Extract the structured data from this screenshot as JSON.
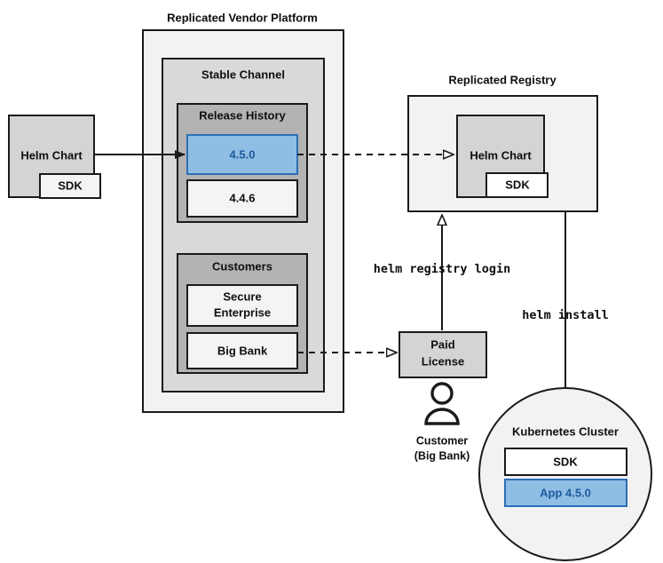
{
  "diagram": {
    "title_platform": "Replicated Vendor Platform",
    "title_registry": "Replicated Registry",
    "colors": {
      "outer_fill": "#f2f2f2",
      "channel_fill": "#d9d9d9",
      "inner_fill": "#b3b3b3",
      "box_fill": "#d4d4d4",
      "white_fill": "#f4f4f4",
      "selected_fill": "#8fbde4",
      "selected_border": "#2c6fb5",
      "selected_text": "#1c5b9c",
      "stroke": "#1a1a1a"
    },
    "vendor_platform": {
      "label": "Replicated Vendor Platform",
      "stable_channel": {
        "label": "Stable Channel",
        "release_history": {
          "label": "Release History",
          "releases": [
            {
              "version": "4.5.0",
              "selected": true
            },
            {
              "version": "4.4.6",
              "selected": false
            }
          ]
        },
        "customers": {
          "label": "Customers",
          "items": [
            {
              "name": "Secure Enterprise",
              "line1": "Secure",
              "line2": "Enterprise"
            },
            {
              "name": "Big Bank",
              "line1": "Big Bank",
              "line2": ""
            }
          ]
        }
      }
    },
    "source_chart": {
      "label": "Helm Chart",
      "sdk_label": "SDK"
    },
    "registry": {
      "label": "Replicated Registry",
      "chart": {
        "label": "Helm Chart",
        "sdk_label": "SDK"
      }
    },
    "paid_license": {
      "line1": "Paid",
      "line2": "License"
    },
    "customer_actor": {
      "icon": "person-icon",
      "line1": "Customer",
      "line2": "(Big Bank)"
    },
    "kubernetes_cluster": {
      "label": "Kubernetes Cluster",
      "components": [
        {
          "label": "SDK",
          "selected": false
        },
        {
          "label": "App 4.5.0",
          "selected": true
        }
      ]
    },
    "commands": {
      "registry_login": "helm registry login",
      "install": "helm install"
    }
  }
}
